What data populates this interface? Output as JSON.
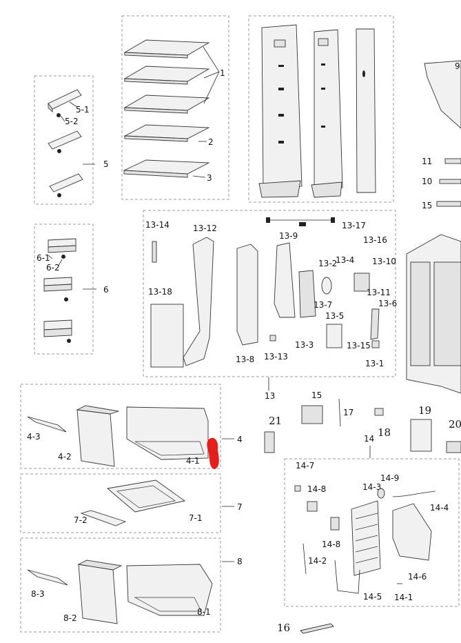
{
  "labels": {
    "l1": "1",
    "l2": "2",
    "l3": "3",
    "l4": "4",
    "l4_1": "4-1",
    "l4_2": "4-2",
    "l4_3": "4-3",
    "l5": "5",
    "l5_1": "5-1",
    "l5_2": "5-2",
    "l6": "6",
    "l6_1": "6-1",
    "l6_2": "6-2",
    "l7": "7",
    "l7_1": "7-1",
    "l7_2": "7-2",
    "l8": "8",
    "l8_1": "8-1",
    "l8_2": "8-2",
    "l8_3": "8-3",
    "l9": "9",
    "l10": "10",
    "l11": "11",
    "l13": "13",
    "l13_1": "13-1",
    "l13_2": "13-2",
    "l13_3": "13-3",
    "l13_4": "13-4",
    "l13_5": "13-5",
    "l13_6": "13-6",
    "l13_7": "13-7",
    "l13_8": "13-8",
    "l13_9": "13-9",
    "l13_10": "13-10",
    "l13_11": "13-11",
    "l13_12": "13-12",
    "l13_13": "13-13",
    "l13_14": "13-14",
    "l13_15": "13-15",
    "l13_16": "13-16",
    "l13_17": "13-17",
    "l13_18": "13-18",
    "l14": "14",
    "l14_1": "14-1",
    "l14_2": "14-2",
    "l14_3": "14-3",
    "l14_4": "14-4",
    "l14_5": "14-5",
    "l14_6": "14-6",
    "l14_7": "14-7",
    "l14_8a": "14-8",
    "l14_8b": "14-8",
    "l14_9": "14-9",
    "l15a": "15",
    "l15b": "15",
    "l16": "16",
    "l17": "17",
    "l18": "18",
    "l19": "19",
    "l20": "20",
    "l21": "21"
  },
  "colors": {
    "marker": "#e3201b",
    "box_border": "#9a9a9a",
    "line": "#333333"
  }
}
